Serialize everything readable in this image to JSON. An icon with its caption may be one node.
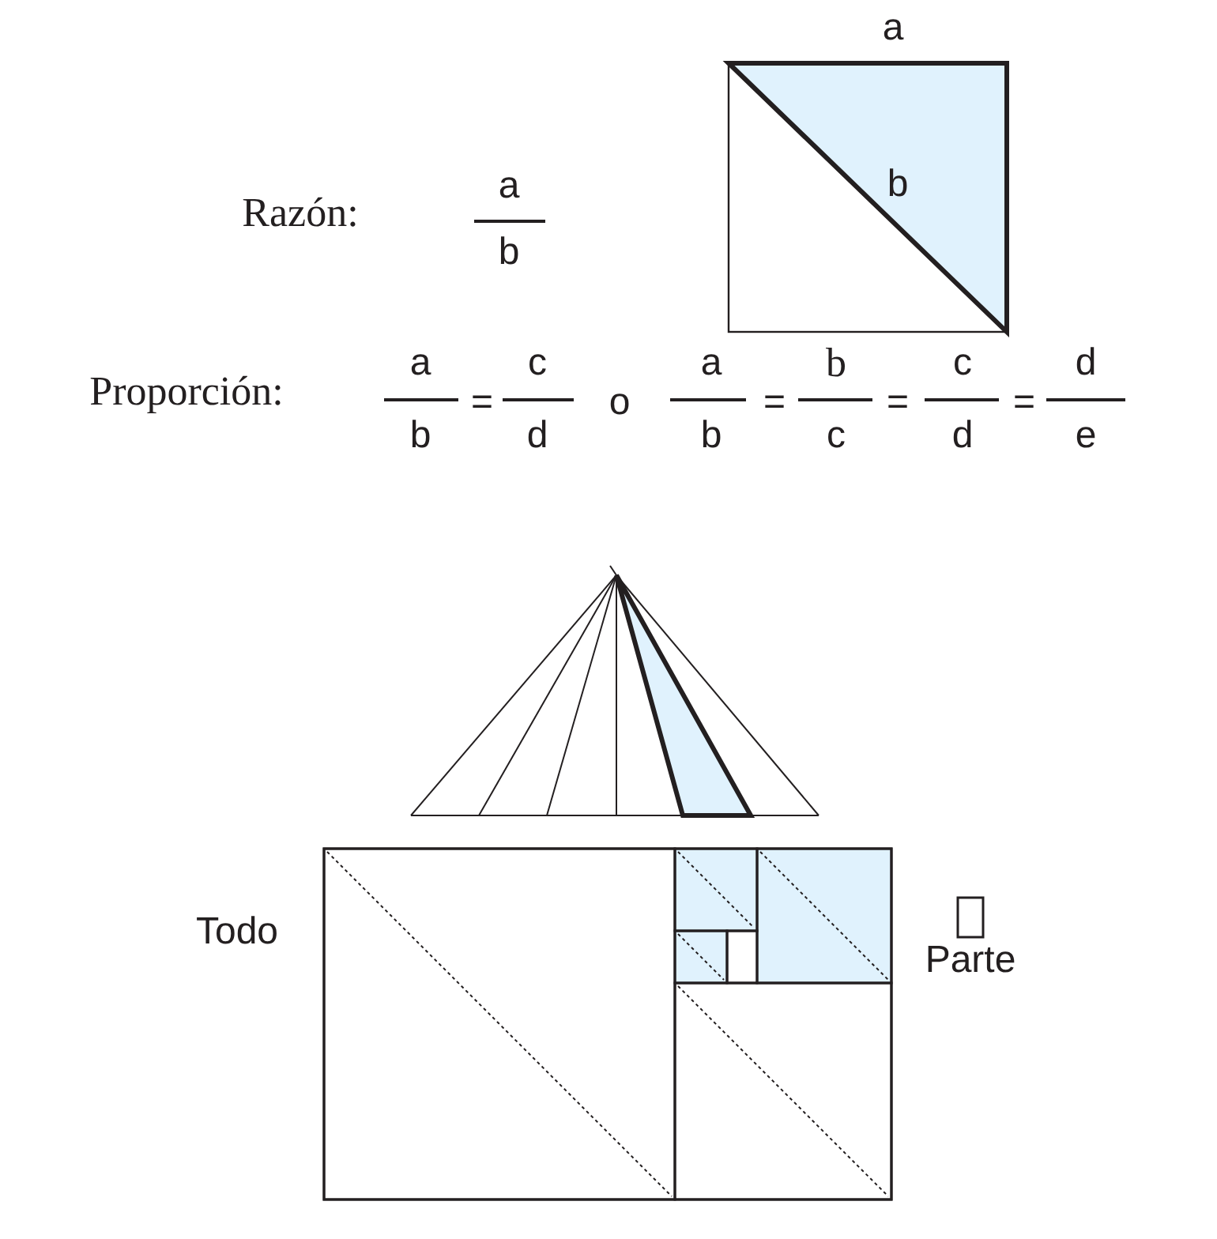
{
  "diagram": {
    "labels": [
      "a",
      "Razón:",
      "a",
      "b",
      "b",
      "Proporción:",
      "a",
      "b",
      "=",
      "c",
      "d",
      "o",
      "a",
      "b",
      "=",
      "b",
      "c",
      "=",
      "c",
      "d",
      "=",
      "d",
      "e",
      "Todo",
      "Parte"
    ]
  }
}
